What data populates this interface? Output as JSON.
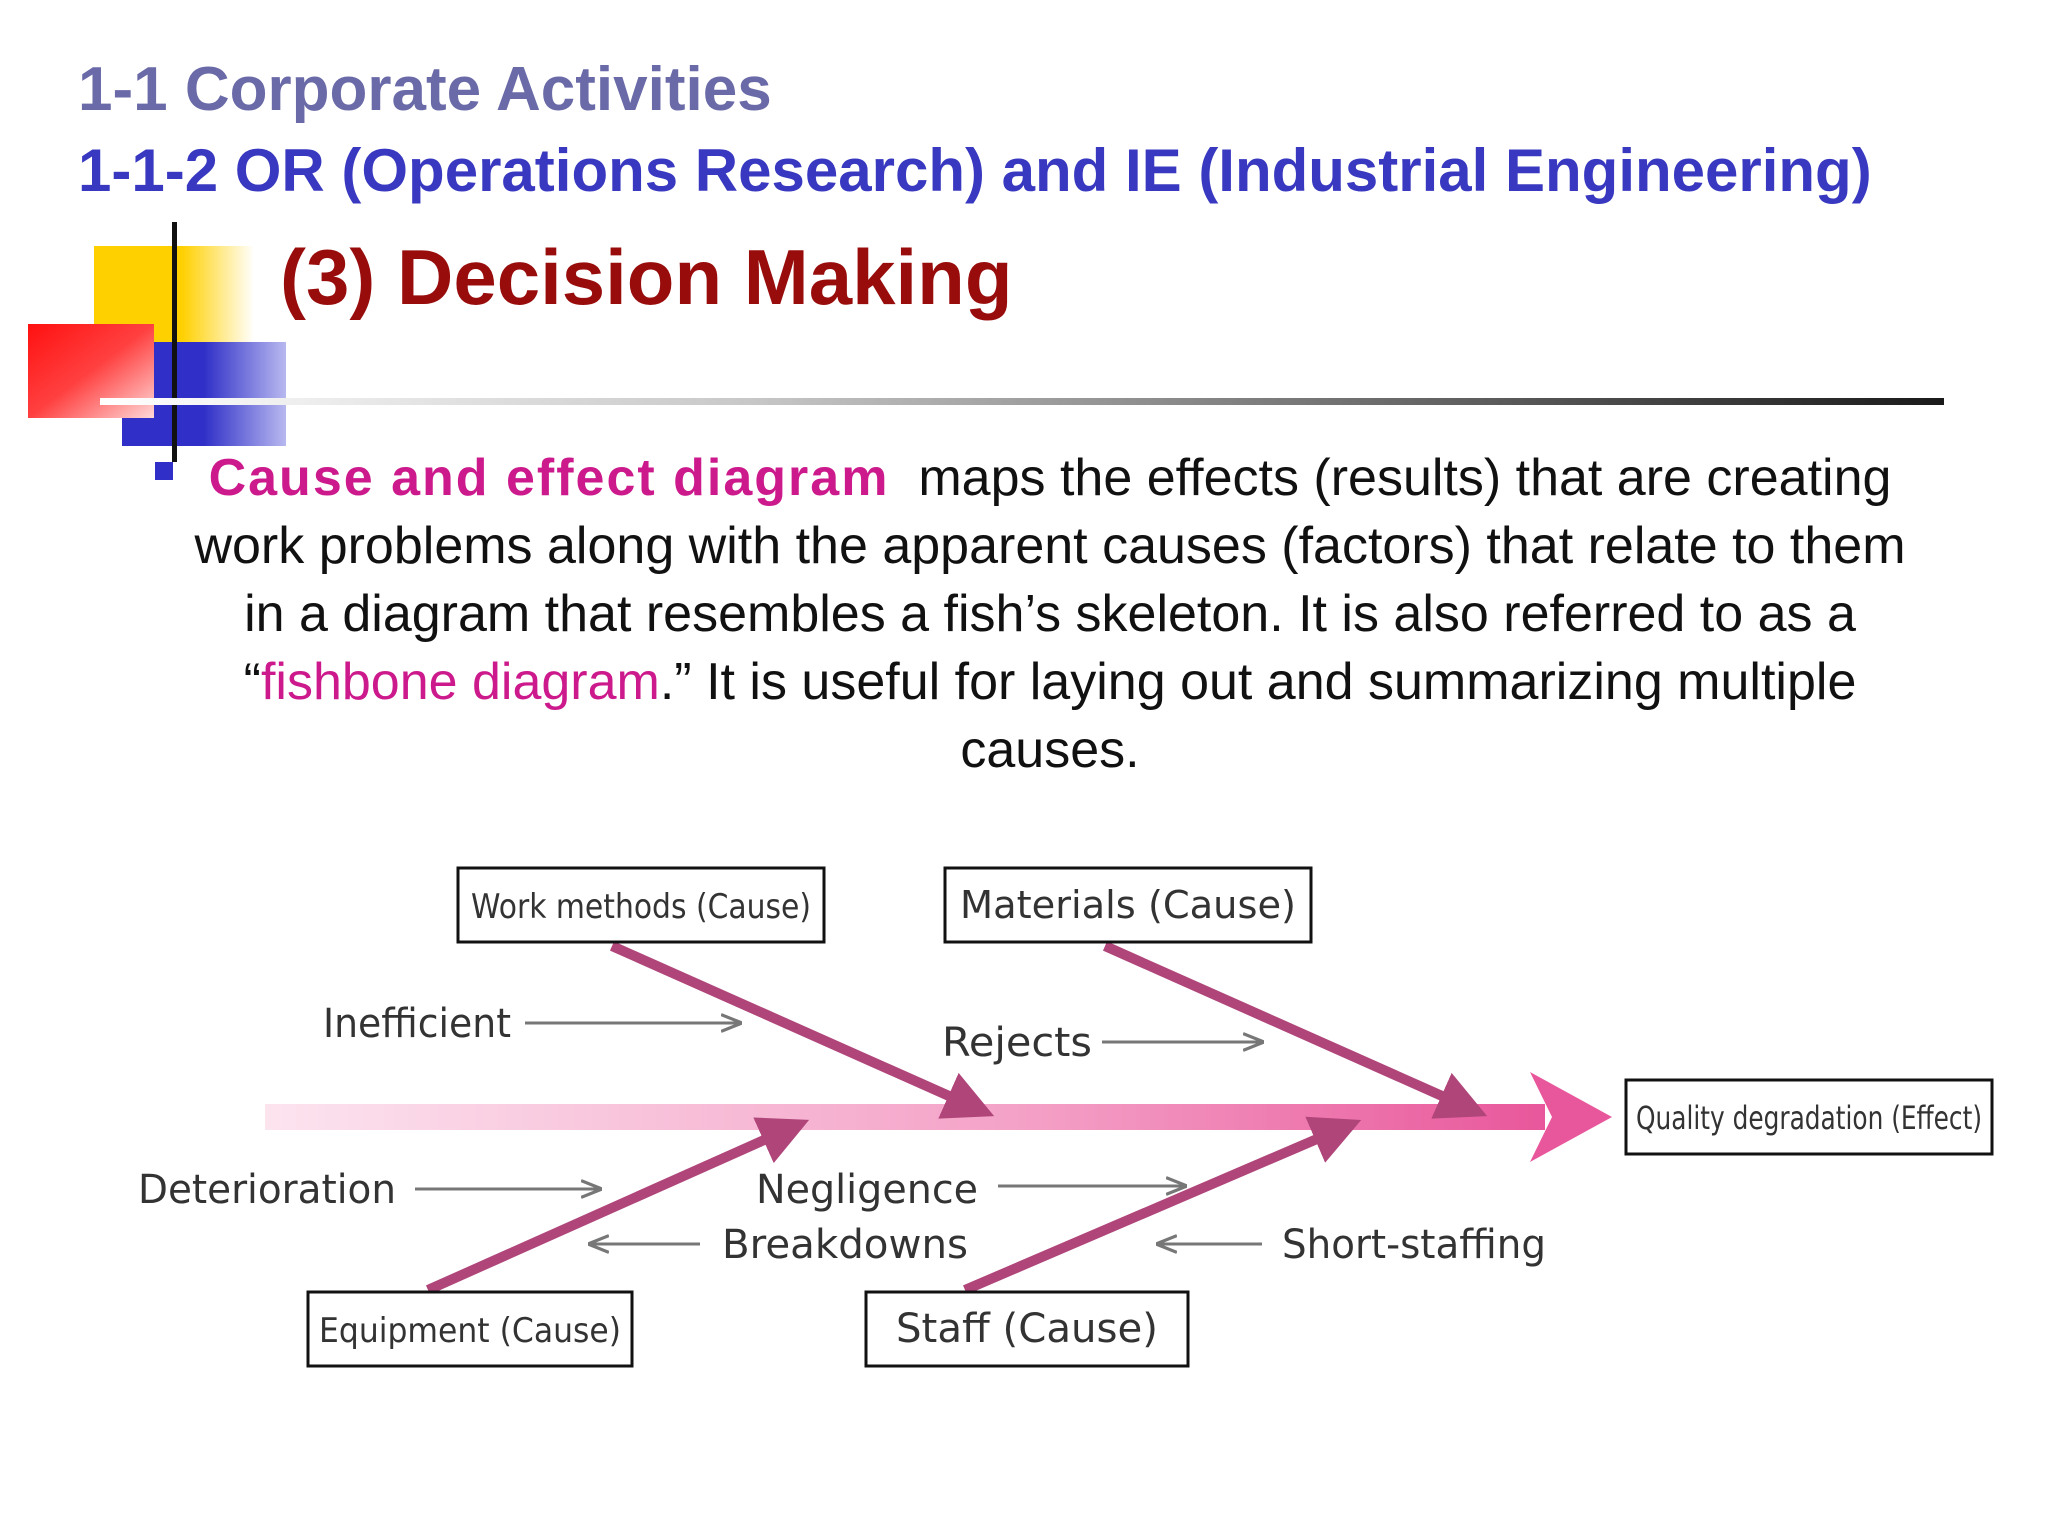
{
  "header": {
    "title": "1-1 Corporate Activities",
    "subtitle": "1-1-2 OR (Operations Research) and IE (Industrial Engineering)",
    "section": "(3) Decision Making"
  },
  "body": {
    "term": "Cause and effect diagram",
    "text_1": "maps the effects (results) that are creating work problems along with the apparent causes (factors) that relate to them in a diagram that resembles a fish’s skeleton. It is also referred to as a “",
    "highlight": "fishbone diagram",
    "text_2": ".” It is useful for laying out and summarizing multiple causes."
  },
  "diagram": {
    "effect": "Quality degradation (Effect)",
    "causes": {
      "work_methods": "Work methods (Cause)",
      "materials": "Materials (Cause)",
      "equipment": "Equipment (Cause)",
      "staff": "Staff (Cause)"
    },
    "factors": {
      "inefficient": "Inefficient",
      "rejects": "Rejects",
      "deterioration": "Deterioration",
      "negligence": "Negligence",
      "breakdowns": "Breakdowns",
      "short_staffing": "Short-staffing"
    },
    "colors": {
      "spine": "#e8579b",
      "bone": "#b0457a",
      "arrow": "#777777"
    }
  }
}
